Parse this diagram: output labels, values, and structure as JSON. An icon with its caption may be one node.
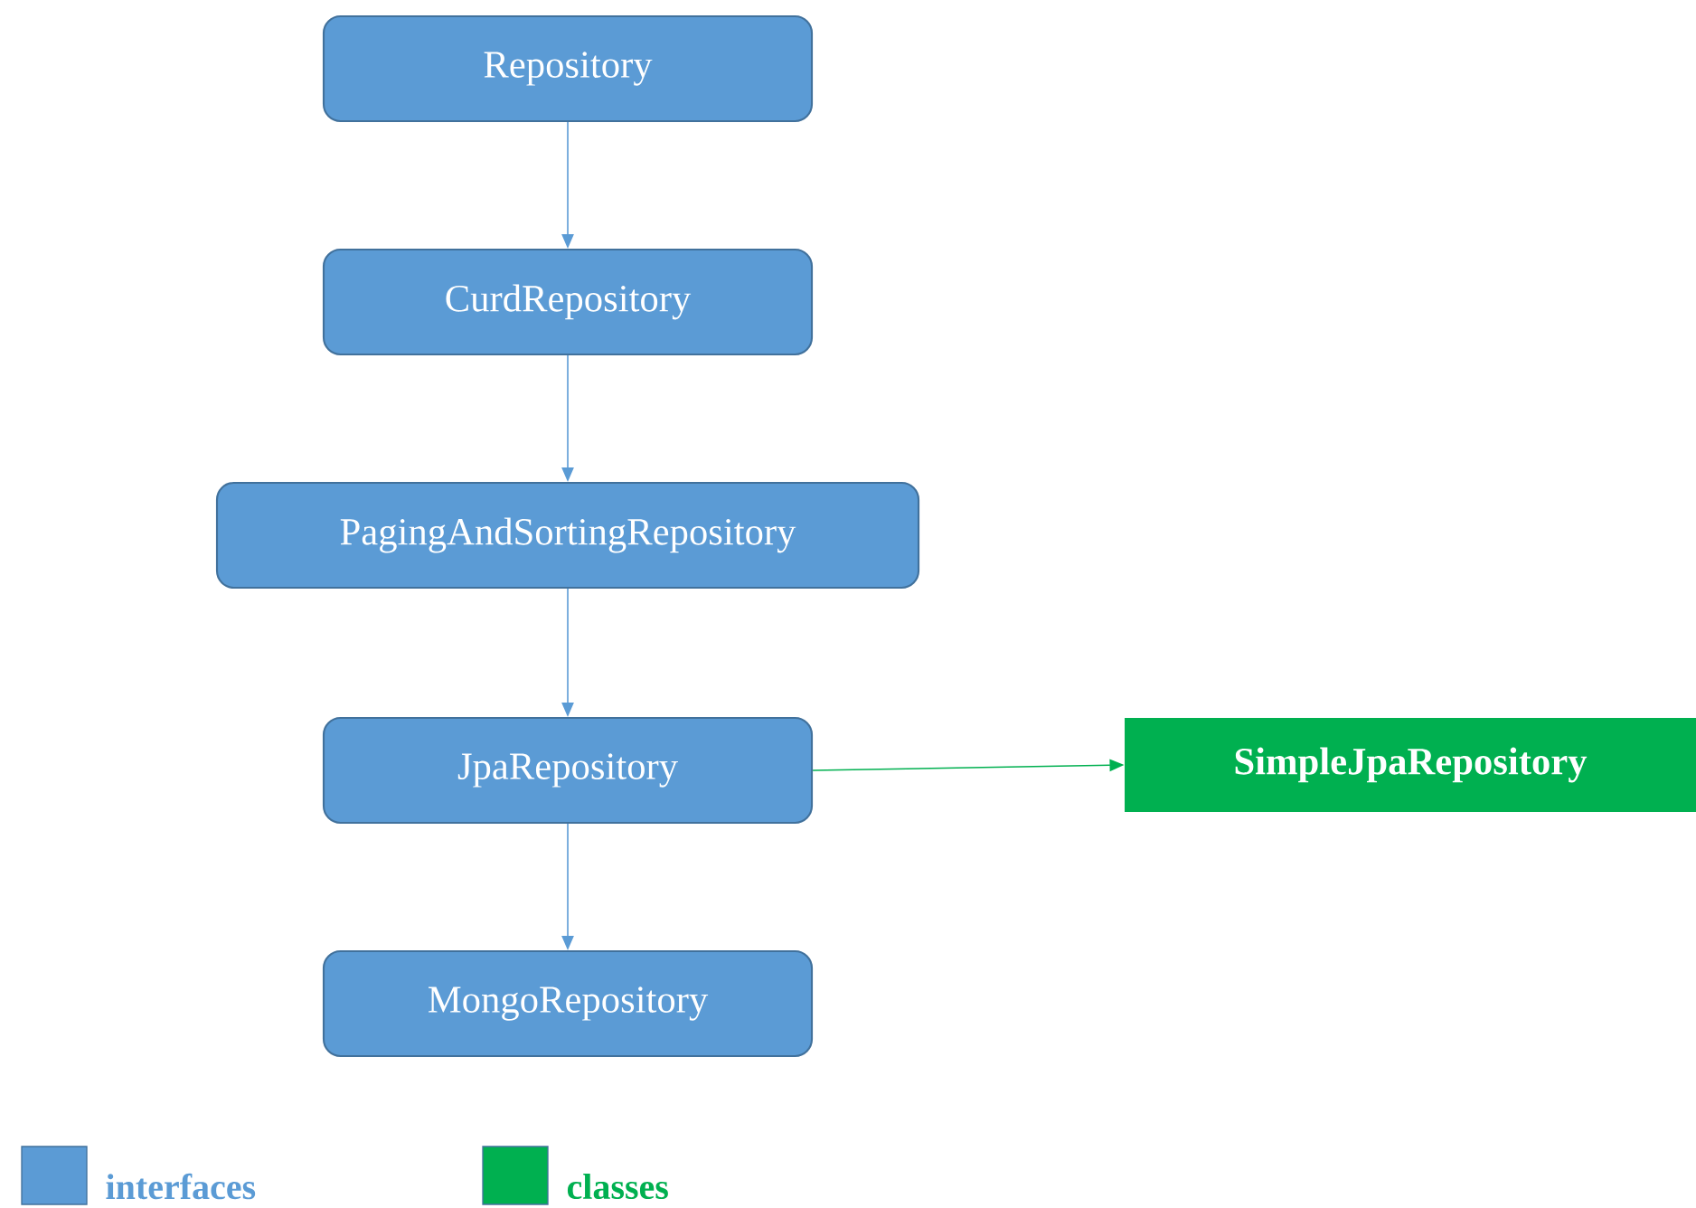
{
  "diagram": {
    "nodes": [
      {
        "text": [
          "Repository"
        ]
      },
      {
        "text": [
          "CurdRepository"
        ]
      },
      {
        "text": [
          "PagingAndSortingRepository"
        ]
      },
      {
        "text": [
          "JpaRepository"
        ]
      },
      {
        "text": [
          "SimpleJpaRepository"
        ]
      },
      {
        "text": [
          "MongoRepository"
        ]
      }
    ],
    "edges": [
      {
        "from": 0,
        "to": 1,
        "arrow": "to"
      },
      {
        "from": 1,
        "to": 2,
        "arrow": "to"
      },
      {
        "from": 2,
        "to": 3,
        "arrow": "to"
      },
      {
        "from": 3,
        "to": 4,
        "arrow": "to",
        "color": "#00b050"
      },
      {
        "from": 3,
        "to": 5,
        "arrow": "to"
      }
    ],
    "legend": [
      {
        "text": "interfaces",
        "color": "#5b9bd5"
      },
      {
        "text": "classes",
        "color": "#00b050"
      }
    ]
  }
}
